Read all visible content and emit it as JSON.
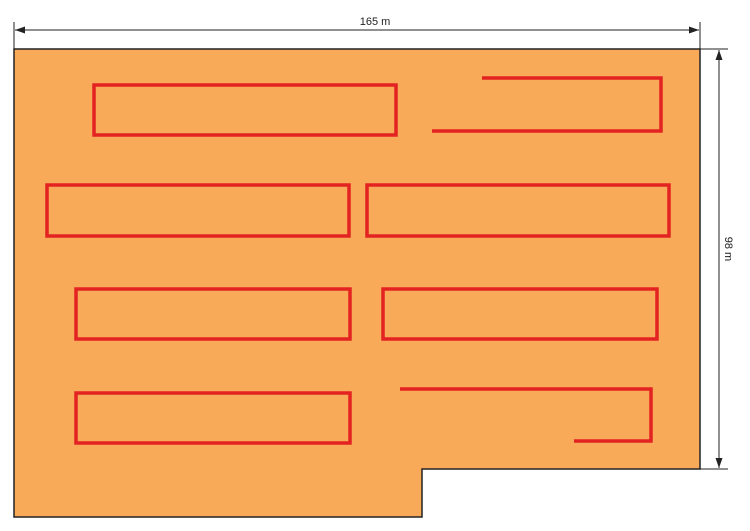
{
  "diagram": {
    "dimensions": {
      "width_label": "165 m",
      "height_label": "98 m"
    },
    "colors": {
      "floor_fill": "#F8AA58",
      "outline": "#222222",
      "path_stroke": "#E32322",
      "dimension_line": "#222222"
    },
    "racks": [
      {
        "name": "rack-1"
      },
      {
        "name": "rack-2-open"
      },
      {
        "name": "rack-3"
      },
      {
        "name": "rack-4"
      },
      {
        "name": "rack-5"
      },
      {
        "name": "rack-6"
      },
      {
        "name": "rack-7"
      },
      {
        "name": "rack-8-open"
      }
    ]
  }
}
